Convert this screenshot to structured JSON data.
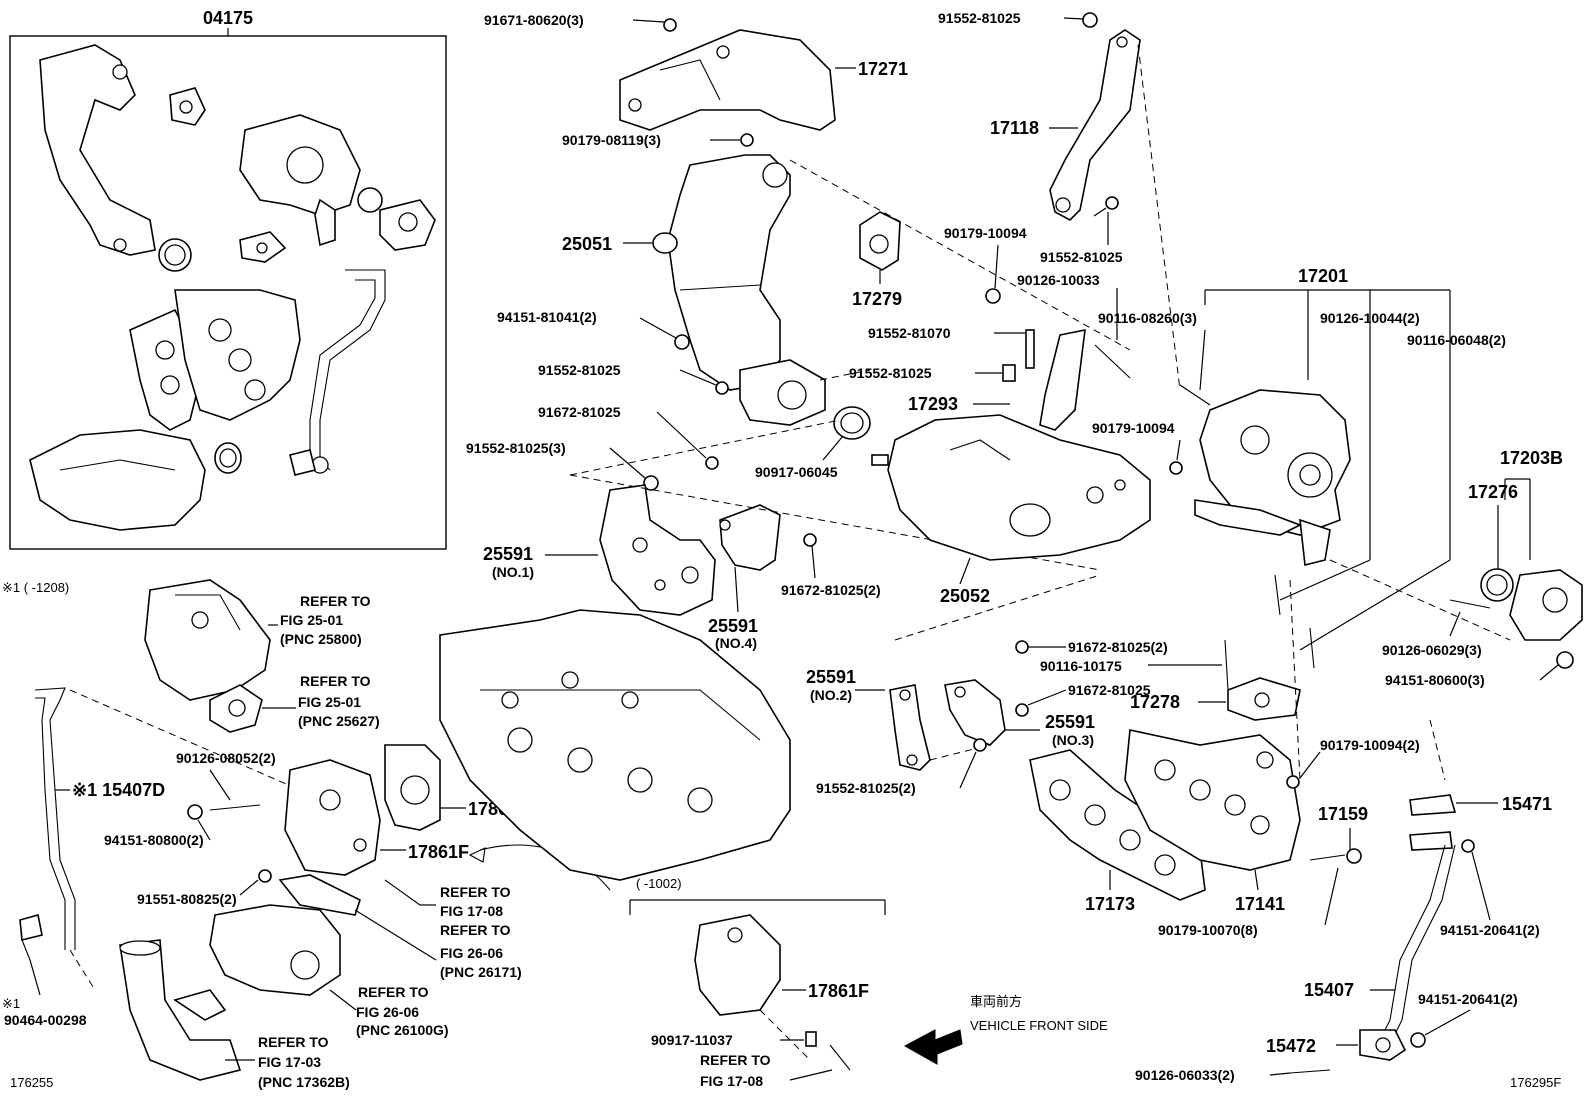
{
  "kit_box_label": "04175",
  "labels": {
    "p91671_80620": "91671-80620(3)",
    "p17271": "17271",
    "p90179_08119": "90179-08119(3)",
    "p25051": "25051",
    "p17279": "17279",
    "p94151_81041": "94151-81041(2)",
    "p91552_81025_a": "91552-81025",
    "p91672_81025_a": "91672-81025",
    "p91552_81025_3": "91552-81025(3)",
    "p90917_06045": "90917-06045",
    "p25591_no1": "25591",
    "no1": "(NO.1)",
    "p25591_no4": "25591",
    "no4": "(NO.4)",
    "p91672_81025_2a": "91672-81025(2)",
    "p25052": "25052",
    "p91552_81025_top": "91552-81025",
    "p17118": "17118",
    "p90179_10094_a": "90179-10094",
    "p91552_81025_b": "91552-81025",
    "p90126_10033": "90126-10033",
    "p91552_81070": "91552-81070",
    "p91552_81025_c": "91552-81025",
    "p17293": "17293",
    "p90179_10094_b": "90179-10094",
    "p17201": "17201",
    "p90116_08260": "90116-08260(3)",
    "p90126_10044": "90126-10044(2)",
    "p90116_06048": "90116-06048(2)",
    "p17203b": "17203B",
    "p17276": "17276",
    "p90126_06029": "90126-06029(3)",
    "p94151_80600": "94151-80600(3)",
    "p91672_81025_2b": "91672-81025(2)",
    "p90116_10175": "90116-10175",
    "p91672_81025_b": "91672-81025",
    "p17278": "17278",
    "p25591_no2": "25591",
    "no2": "(NO.2)",
    "p25591_no3": "25591",
    "no3": "(NO.3)",
    "p91552_81025_2": "91552-81025(2)",
    "p90179_10094_2": "90179-10094(2)",
    "p17159": "17159",
    "p15471": "15471",
    "p17173": "17173",
    "p17141": "17141",
    "p90179_10070": "90179-10070(8)",
    "p94151_20641_a": "94151-20641(2)",
    "p15407": "15407",
    "p94151_20641_b": "94151-20641(2)",
    "p15472": "15472",
    "p90126_06033": "90126-06033(2)",
    "p90126_08052": "90126-08052(2)",
    "p15407d": "※1 15407D",
    "p94151_80800": "94151-80800(2)",
    "p17861g": "17861G",
    "p17861f_a": "17861F",
    "p91551_80825": "91551-80825(2)",
    "p17861f_b": "17861F",
    "p90917_11037": "90917-11037",
    "p90464_00298": "90464-00298",
    "note1_mark": "※1",
    "note_1208": "※1 (      -1208)",
    "note_1002": "(      -1002)",
    "ref1_l1": "REFER TO",
    "ref1_l2": "FIG 25-01",
    "ref1_l3": "(PNC 25800)",
    "ref2_l1": "REFER TO",
    "ref2_l2": "FIG 25-01",
    "ref2_l3": "(PNC 25627)",
    "ref3_l1": "REFER TO",
    "ref3_l2": "FIG 17-08",
    "ref4_l1": "REFER TO",
    "ref4_l2": "FIG 26-06",
    "ref4_l3": "(PNC 26171)",
    "ref5_l1": "REFER TO",
    "ref5_l2": "FIG 26-06",
    "ref5_l3": "(PNC 26100G)",
    "ref6_l1": "REFER TO",
    "ref6_l2": "FIG 17-03",
    "ref6_l3": "(PNC 17362B)",
    "ref7_l1": "REFER TO",
    "ref7_l2": "FIG 17-08",
    "front_jp": "車両前方",
    "front_en": "VEHICLE FRONT SIDE",
    "code_left": "176255",
    "code_right": "176295F"
  }
}
